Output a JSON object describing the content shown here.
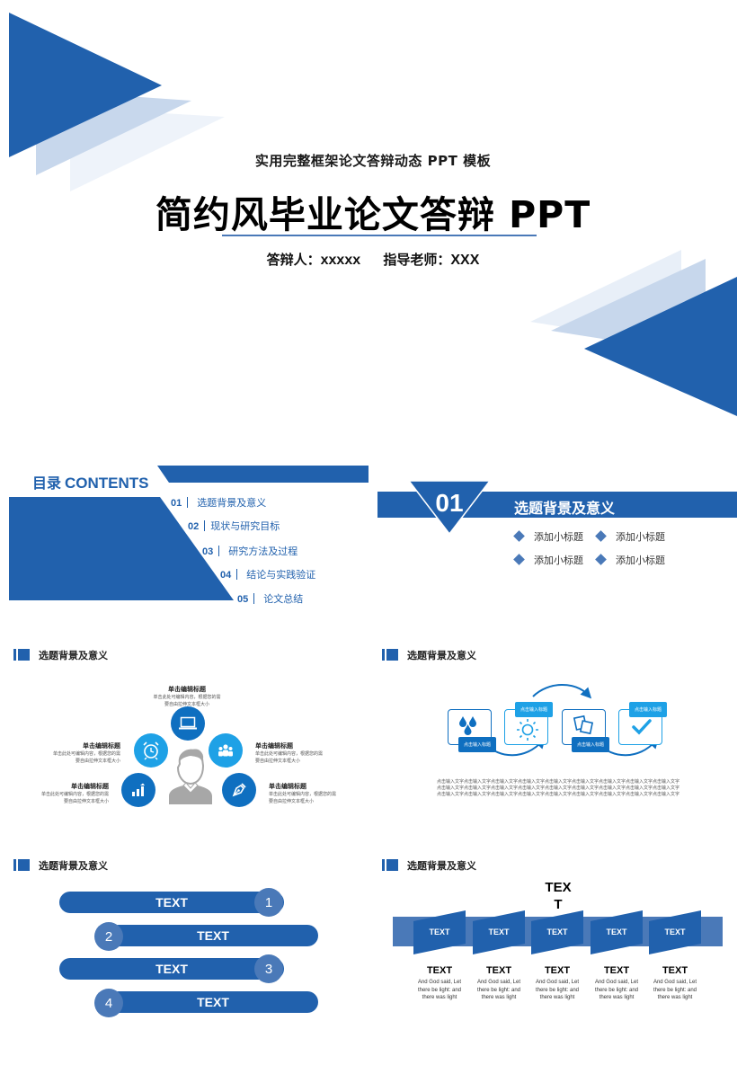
{
  "colors": {
    "primary": "#2161ad",
    "mid": "#4a79b8",
    "light": "#c7d7ec",
    "lighter": "#e8eff8",
    "cyan": "#1ea1e6",
    "person_gray": "#a7a7a7"
  },
  "cover": {
    "subtitle": "实用完整框架论文答辩动态 PPT 模板",
    "title": "简约风毕业论文答辩 PPT",
    "presenter_label": "答辩人：",
    "presenter_value": "xxxxx",
    "advisor_label": "指导老师：",
    "advisor_value": "XXX"
  },
  "contents": {
    "title_cn": "目录",
    "title_en": "CONTENTS",
    "items": [
      {
        "num": "01",
        "label": "选题背景及意义"
      },
      {
        "num": "02",
        "label": "现状与研究目标"
      },
      {
        "num": "03",
        "label": "研究方法及过程"
      },
      {
        "num": "04",
        "label": "结论与实践验证"
      },
      {
        "num": "05",
        "label": "论文总结"
      }
    ]
  },
  "section": {
    "num": "01",
    "title": "选题背景及意义",
    "subtitles": [
      "添加小标题",
      "添加小标题",
      "添加小标题",
      "添加小标题"
    ]
  },
  "slide_people": {
    "header": "选题背景及意义",
    "items": [
      {
        "title": "单击编辑标题",
        "desc1": "单击此处可编辑内容，根据您的需",
        "desc2": "要自由拉伸文本框大小",
        "icon": "laptop-icon"
      },
      {
        "title": "单击编辑标题",
        "desc1": "单击此处可编辑内容，根据您的需",
        "desc2": "要自由拉伸文本框大小",
        "icon": "alarm-clock-icon"
      },
      {
        "title": "单击编辑标题",
        "desc1": "单击此处可编辑内容，根据您的需",
        "desc2": "要自由拉伸文本框大小",
        "icon": "team-icon"
      },
      {
        "title": "单击编辑标题",
        "desc1": "单击此处可编辑内容，根据您的需",
        "desc2": "要自由拉伸文本框大小",
        "icon": "bar-chart-icon"
      },
      {
        "title": "单击编辑标题",
        "desc1": "单击此处可编辑内容，根据您的需",
        "desc2": "要自由拉伸文本框大小",
        "icon": "pen-nib-icon"
      }
    ]
  },
  "slide_process": {
    "header": "选题背景及意义",
    "labels": [
      "点击输入标题",
      "点击输入标题",
      "点击输入标题",
      "点击输入标题"
    ],
    "icons": [
      "water-drops-icon",
      "sun-icon",
      "documents-icon",
      "checkmark-icon"
    ],
    "description": "点击输入文字点击输入文字点击输入文字点击输入文字点击输入文字点击输入文字点击输入文字点击输入文字点击输入文字点击输入文字点击输入文字点击输入文字点击输入文字点击输入文字点击输入文字点击输入文字点击输入文字点击输入文字点击输入文字点击输入文字点击输入文字点击输入文字点击输入文字点击输入文字点击输入文字点击输入文字点击输入文字"
  },
  "slide_pills": {
    "header": "选题背景及意义",
    "items": [
      {
        "num": "1",
        "label": "TEXT"
      },
      {
        "num": "2",
        "label": "TEXT"
      },
      {
        "num": "3",
        "label": "TEXT"
      },
      {
        "num": "4",
        "label": "TEXT"
      }
    ]
  },
  "slide_timeline": {
    "header": "选题背景及意义",
    "top_label_line1": "TEX",
    "top_label_line2": "T",
    "banners": [
      "TEXT",
      "TEXT",
      "TEXT",
      "TEXT",
      "TEXT"
    ],
    "columns": [
      {
        "title": "TEXT",
        "l1": "And God said, Let",
        "l2": "there be light: and",
        "l3": "there was light"
      },
      {
        "title": "TEXT",
        "l1": "And God said, Let",
        "l2": "there be light: and",
        "l3": "there was light"
      },
      {
        "title": "TEXT",
        "l1": "And God said, Let",
        "l2": "there be light: and",
        "l3": "there was light"
      },
      {
        "title": "TEXT",
        "l1": "And God said, Let",
        "l2": "there be light: and",
        "l3": "there was light"
      },
      {
        "title": "TEXT",
        "l1": "And God said, Let",
        "l2": "there be light: and",
        "l3": "there was light"
      }
    ]
  }
}
